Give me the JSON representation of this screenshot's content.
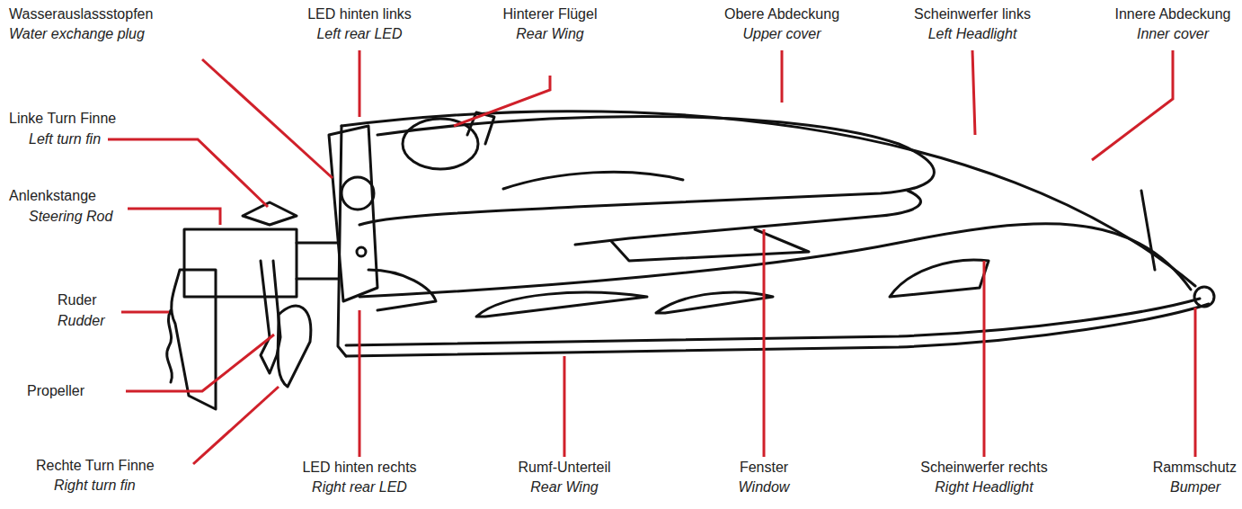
{
  "diagram": {
    "labels": [
      "Wasserauslassstopfen",
      "Water exchange plug",
      "LED hinten links",
      "Left rear LED",
      "Hinterer Flügel",
      "Rear Wing",
      "Obere Abdeckung",
      "Upper cover",
      "Scheinwerfer links",
      "Left Headlight",
      "Innere Abdeckung",
      "Inner cover",
      "Linke Turn Finne",
      "Left turn fin",
      "Anlenkstange",
      "Steering Rod",
      "Ruder",
      "Rudder",
      "Propeller",
      "Rechte Turn Finne",
      "Right turn fin",
      "LED hinten rechts",
      "Right rear LED",
      "Rumf-Unterteil",
      "Rear Wing",
      "Fenster",
      "Window",
      "Scheinwerfer rechts",
      "Right Headlight",
      "Rammschutz",
      "Bumper"
    ]
  }
}
